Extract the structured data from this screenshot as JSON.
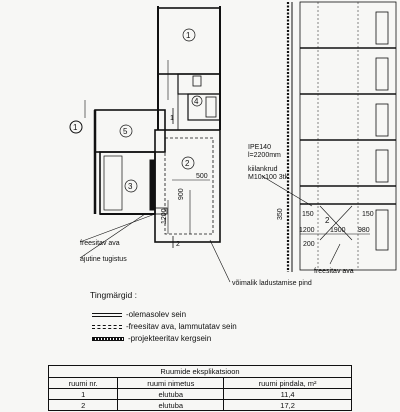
{
  "rooms": [
    "1",
    "2",
    "3",
    "4",
    "5"
  ],
  "marker": "1",
  "dims": {
    "d500": "500",
    "d900": "900",
    "d1200": "1200",
    "d150a": "150",
    "d1200b": "1200",
    "d200": "200",
    "d1900": "1900",
    "d980": "980",
    "d150b": "150",
    "d350": "350",
    "d1": "1",
    "d2": "2"
  },
  "notes": {
    "ipe": "IPE140",
    "length": "l=2200mm",
    "anchor": "kiilankrud",
    "bolt": "M10x100 3tk.",
    "free_opening_left": "freesitav ava",
    "temp_support": "ajutine tugistus",
    "loading_area": "võimalik ladustamise pind",
    "free_opening_right": "freesitav ava",
    "section_room": "2"
  },
  "legend": {
    "title": "Tingmärgid :",
    "items": [
      "-olemasolev sein",
      "-freesitav ava, lammutatav sein",
      "-projekteeritav kergsein"
    ]
  },
  "table": {
    "caption": "Ruumide eksplikatsioon",
    "headers": [
      "ruumi nr.",
      "ruumi nimetus",
      "ruumi pindala, m²"
    ],
    "rows": [
      [
        "1",
        "elutuba",
        "11,4"
      ],
      [
        "2",
        "elutuba",
        "17,2"
      ]
    ]
  }
}
